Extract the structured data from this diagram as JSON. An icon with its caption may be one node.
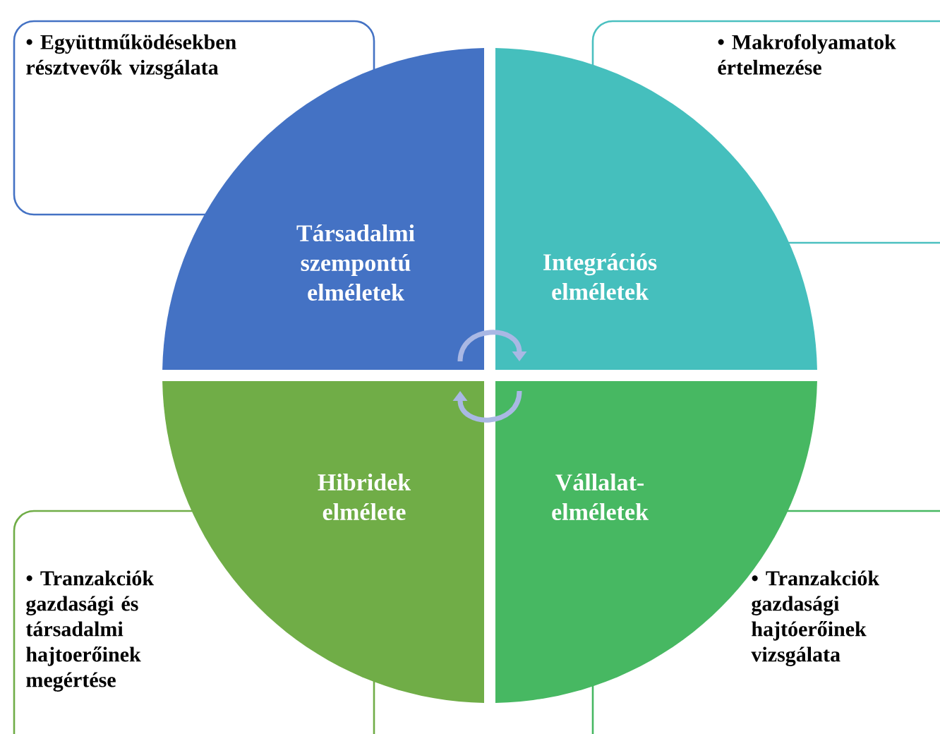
{
  "diagram": {
    "nodes": [
      {
        "text": [
          "• Együttműködésekben résztvevők vizsgálata"
        ]
      },
      {
        "text": [
          "• Makrofolyamatok értelmezése"
        ]
      },
      {
        "text": [
          "Társadalmi szempontú elméletek"
        ]
      },
      {
        "text": [
          "Integrációs elméletek"
        ]
      },
      {
        "text": [
          "Hibridek elmélete"
        ]
      },
      {
        "text": [
          "Vállalat-elméletek"
        ]
      },
      {
        "text": [
          "• Tranzakciók gazdasági és társadalmi hajtoerőinek megértése"
        ]
      },
      {
        "text": [
          "• Tranzakciók gazdasági hajtóerőinek vizsgálata"
        ]
      }
    ],
    "edges": [
      {
        "from": 2,
        "to": 3,
        "arrow": "to"
      },
      {
        "from": 5,
        "to": 4,
        "arrow": "to"
      }
    ]
  }
}
